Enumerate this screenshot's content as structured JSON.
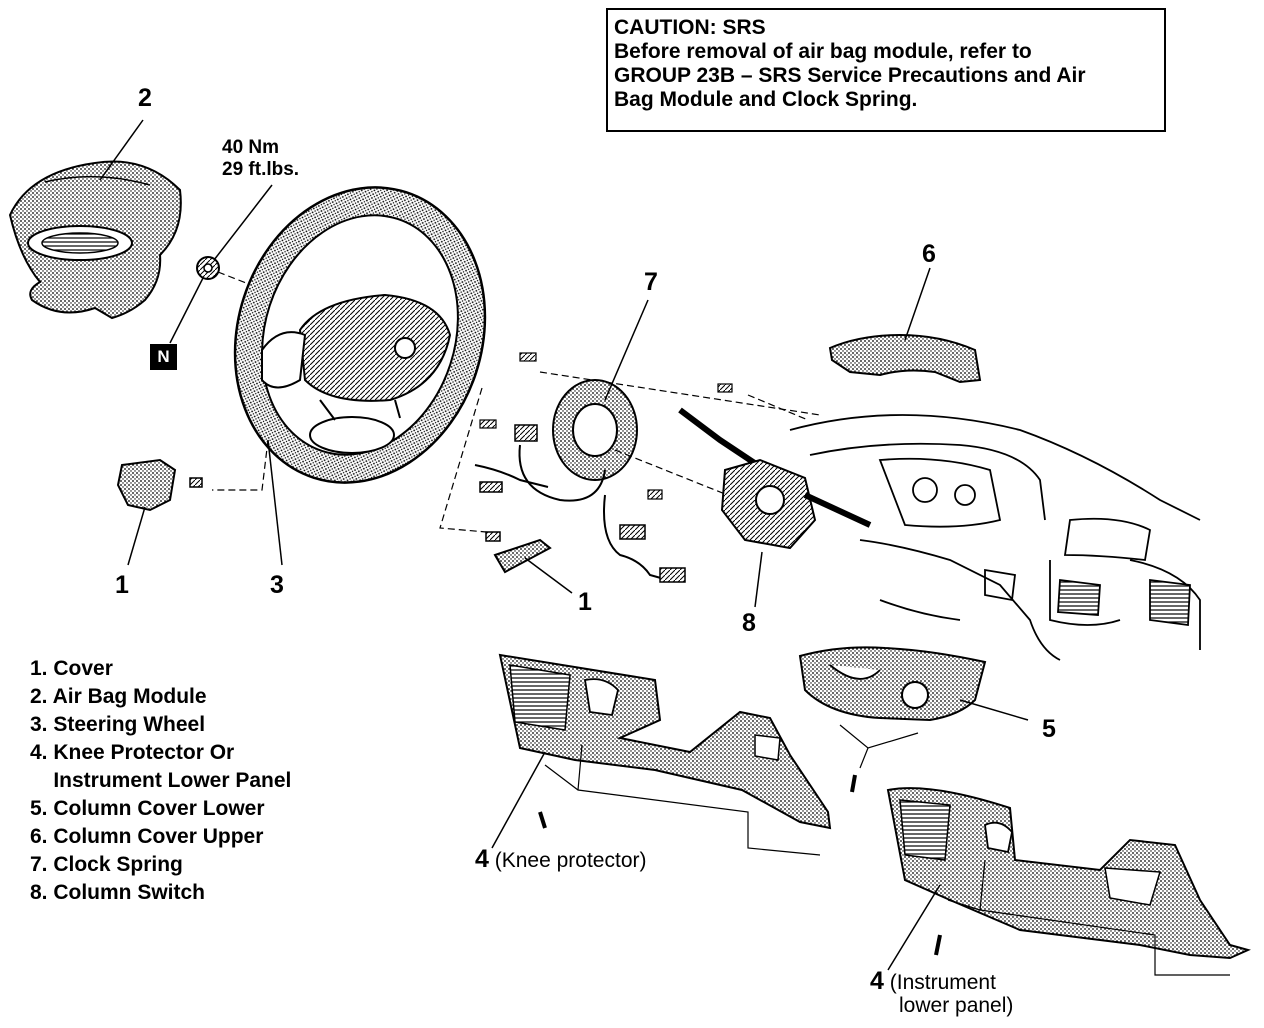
{
  "caution": {
    "lines": [
      "CAUTION: SRS",
      "Before removal of air bag module, refer to",
      "GROUP 23B – SRS Service Precautions and Air",
      "Bag Module and Clock Spring."
    ]
  },
  "torque": {
    "metric": "40 Nm",
    "imperial": "29 ft.lbs.",
    "marker": "N"
  },
  "callouts": {
    "c1_left": "1",
    "c1_right": "1",
    "c2": "2",
    "c3": "3",
    "c5": "5",
    "c6": "6",
    "c7": "7",
    "c8": "8"
  },
  "knee_label": {
    "num": "4",
    "text": "(Knee protector)"
  },
  "panel_label": {
    "num": "4",
    "line1": "(Instrument",
    "line2": "lower panel)"
  },
  "legend": [
    "1. Cover",
    "2. Air Bag Module",
    "3. Steering Wheel",
    "4. Knee Protector Or",
    "    Instrument Lower Panel",
    "5. Column Cover Lower",
    "6. Column Cover Upper",
    "7. Clock Spring",
    "8. Column Switch"
  ]
}
